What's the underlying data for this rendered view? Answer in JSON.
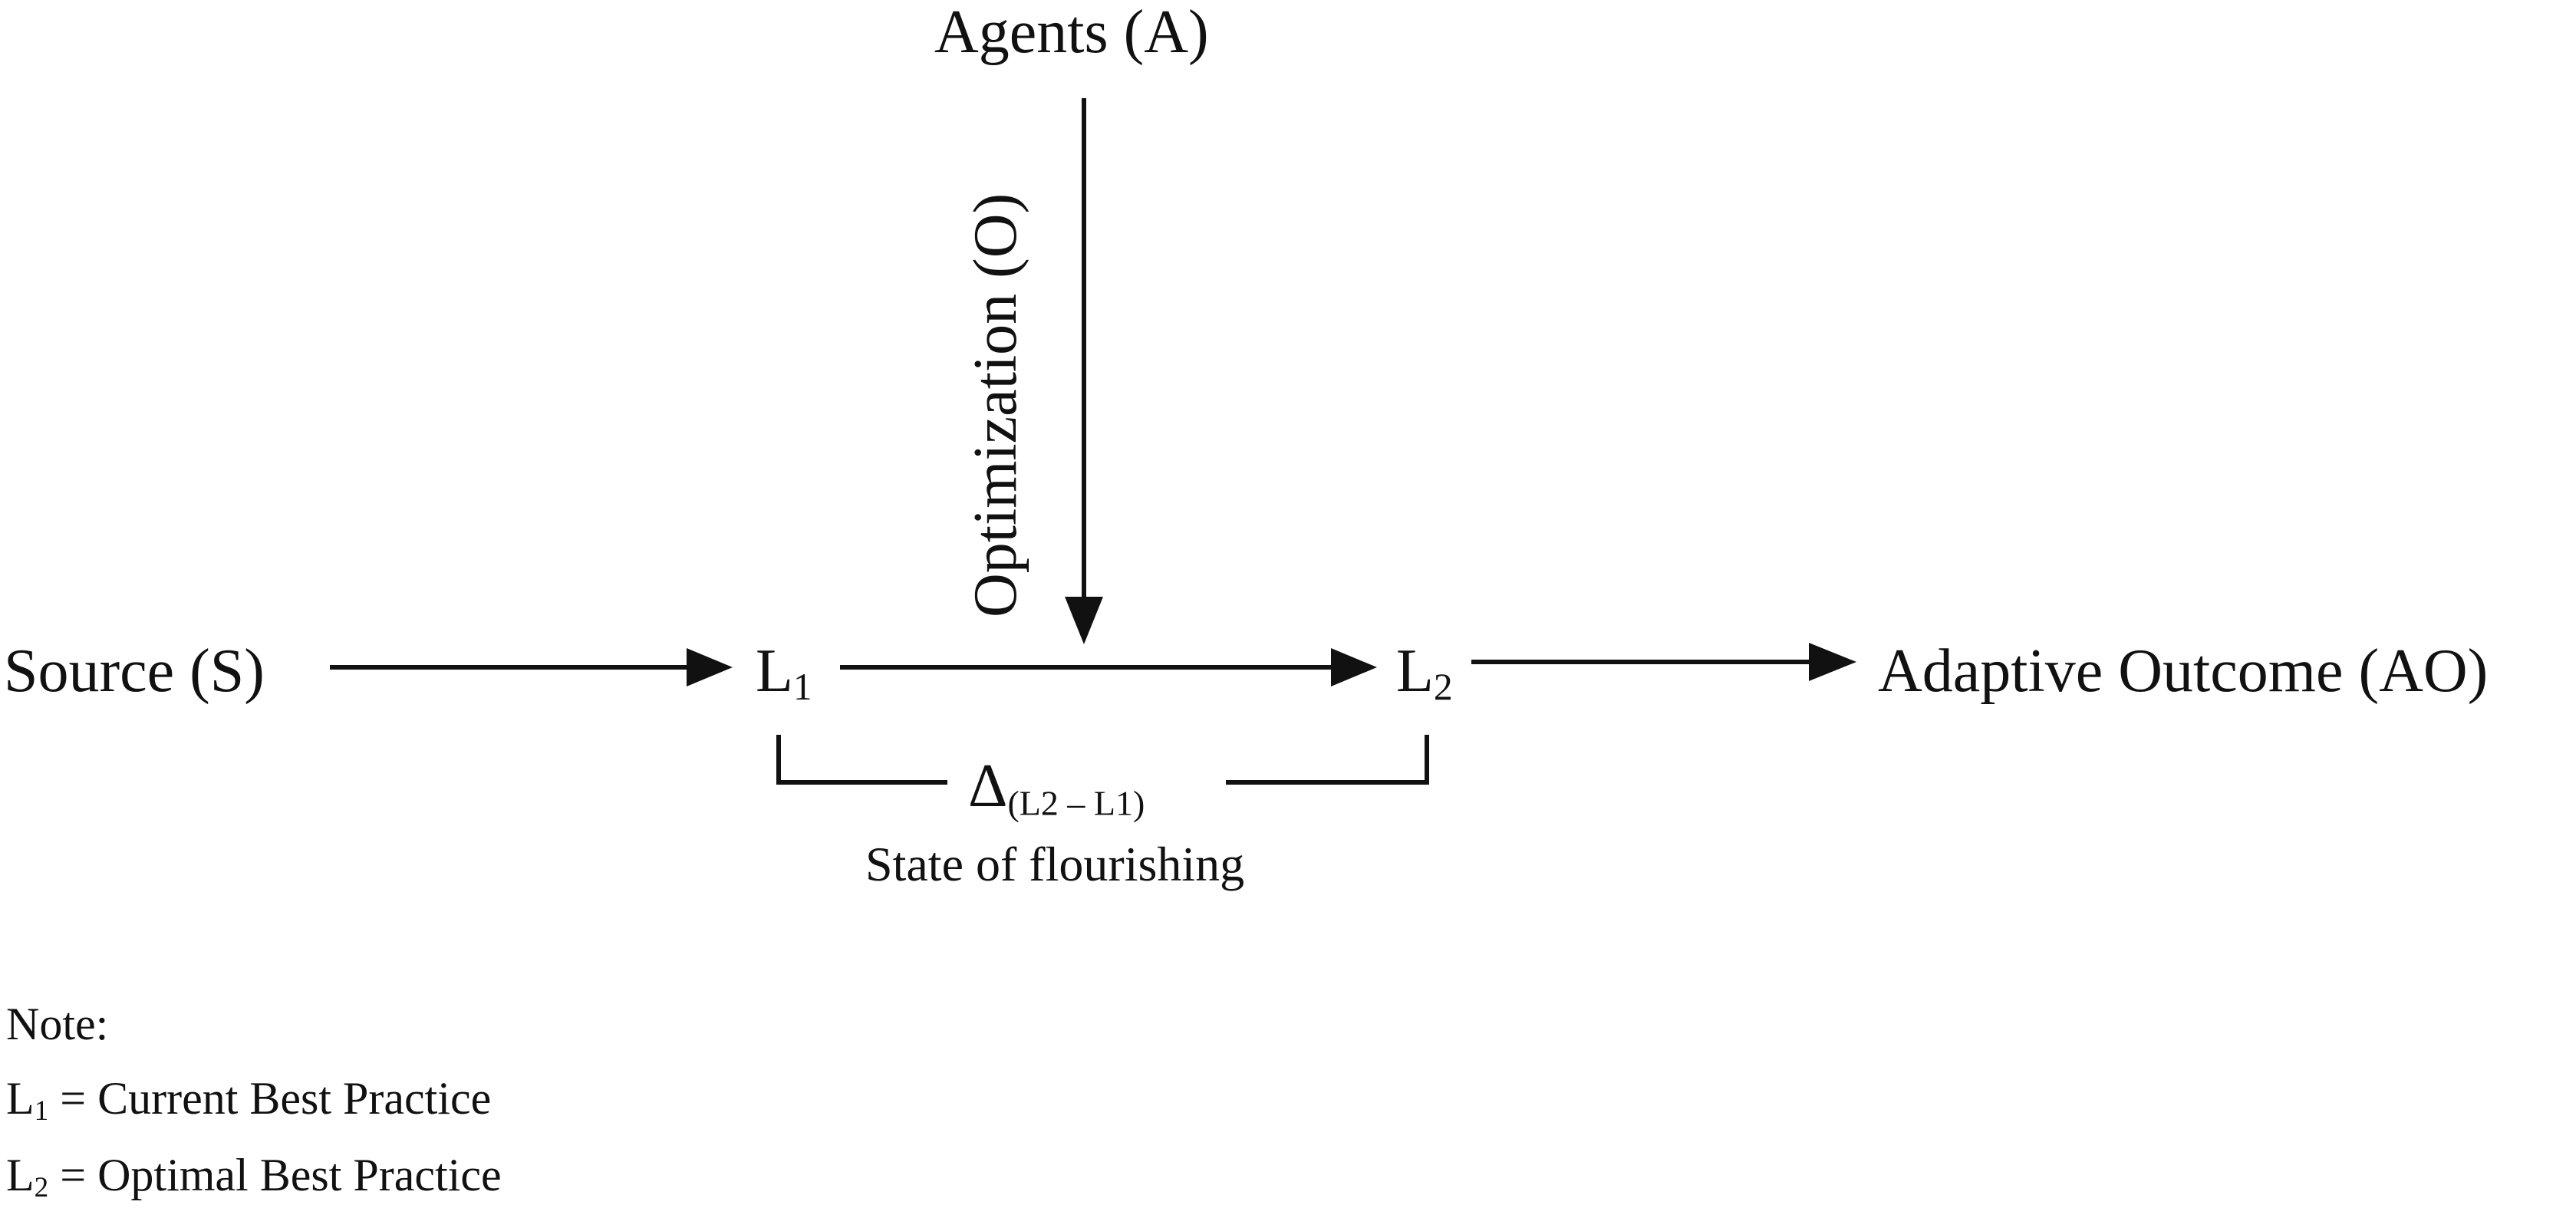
{
  "nodes": {
    "agents": "Agents (A)",
    "optimization": "Optimization (O)",
    "source": "Source (S)",
    "l1": {
      "letter": "L",
      "subscript": "1"
    },
    "l2": {
      "letter": "L",
      "subscript": "2"
    },
    "outcome": "Adaptive Outcome (AO)"
  },
  "gap": {
    "symbol": "Δ",
    "subscript": "(L2 – L1)",
    "caption": "State of flourishing"
  },
  "note": {
    "heading": "Note:",
    "items": [
      {
        "letter": "L",
        "subscript": "1",
        "text": " = Current Best Practice"
      },
      {
        "letter": "L",
        "subscript": "2",
        "text": " = Optimal Best Practice"
      }
    ]
  },
  "colors": {
    "ink": "#111111",
    "background": "#ffffff"
  }
}
